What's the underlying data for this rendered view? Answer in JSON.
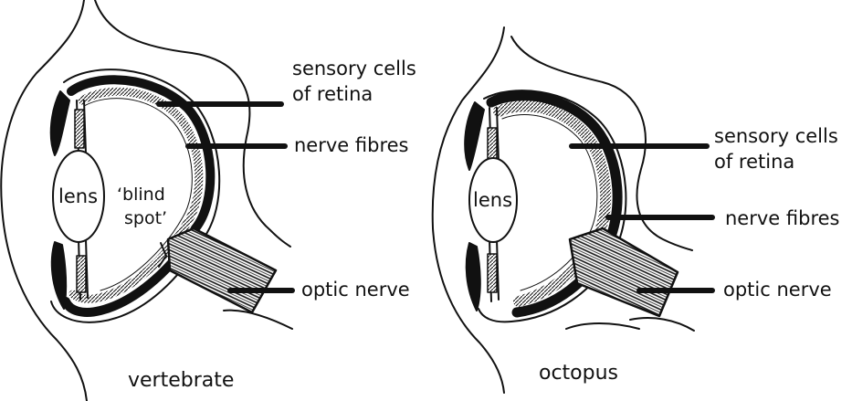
{
  "vertebrate": {
    "lens": "lens",
    "blind_spot_line1": "‘blind",
    "blind_spot_line2": "spot’",
    "sensory_line1": "sensory cells",
    "sensory_line2": "of retina",
    "nerve_fibres": "nerve fibres",
    "optic_nerve": "optic nerve",
    "caption": "vertebrate"
  },
  "octopus": {
    "lens": "lens",
    "sensory_line1": "sensory cells",
    "sensory_line2": "of retina",
    "nerve_fibres": "nerve fibres",
    "optic_nerve": "optic nerve",
    "caption": "octopus"
  },
  "colors": {
    "ink": "#111111",
    "paper": "#ffffff"
  }
}
